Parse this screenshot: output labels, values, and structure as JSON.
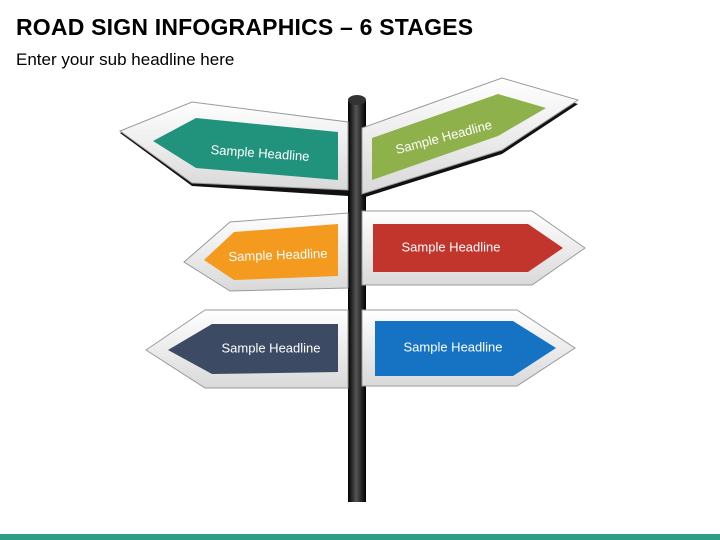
{
  "title": "ROAD SIGN INFOGRAPHICS – 6 STAGES",
  "subtitle": "Enter your sub headline here",
  "colors": {
    "accent_bar": "#2e9e82",
    "pole": "#111111"
  },
  "signs": [
    {
      "label": "Sample Headline",
      "color": "#21937c",
      "direction": "left"
    },
    {
      "label": "Sample Headline",
      "color": "#8fb14b",
      "direction": "right"
    },
    {
      "label": "Sample Headline",
      "color": "#f49a1e",
      "direction": "left"
    },
    {
      "label": "Sample Headline",
      "color": "#c1352c",
      "direction": "right"
    },
    {
      "label": "Sample Headline",
      "color": "#3c4b63",
      "direction": "left"
    },
    {
      "label": "Sample Headline",
      "color": "#1673c4",
      "direction": "right"
    }
  ]
}
